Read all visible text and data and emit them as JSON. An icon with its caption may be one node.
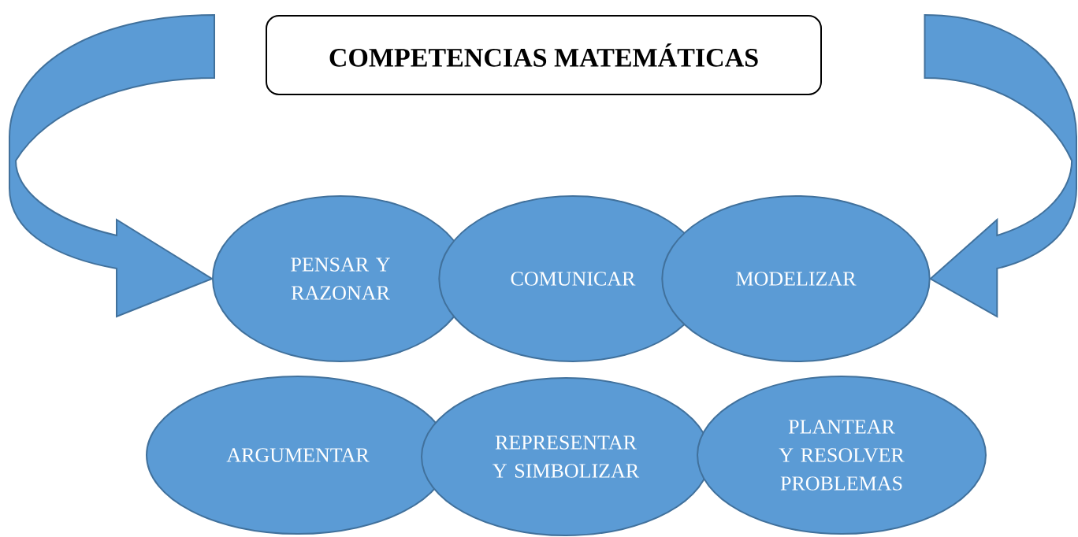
{
  "diagram": {
    "nodes": [
      {
        "text": [
          "COMPETENCIAS MATEMÁTICAS"
        ]
      },
      {
        "text": [
          "PENSAR Y RAZONAR"
        ]
      },
      {
        "text": [
          "COMUNICAR"
        ]
      },
      {
        "text": [
          "MODELIZAR"
        ]
      },
      {
        "text": [
          "ARGUMENTAR"
        ]
      },
      {
        "text": [
          "REPRESENTAR Y SIMBOLIZAR"
        ]
      },
      {
        "text": [
          "PLANTEAR Y RESOLVER PROBLEMAS"
        ]
      }
    ],
    "edges": [
      {
        "from": null,
        "to": 1,
        "arrow": "to",
        "style": "thick"
      },
      {
        "from": null,
        "to": 3,
        "arrow": "to",
        "style": "thick"
      }
    ]
  }
}
